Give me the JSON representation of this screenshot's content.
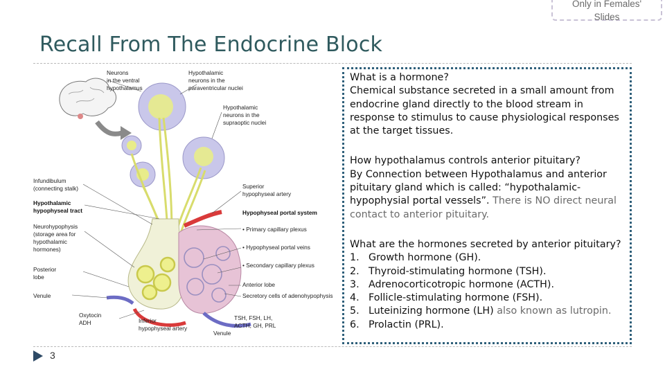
{
  "badge": {
    "line1": "Only in Females'",
    "line2": "Slides"
  },
  "slide": {
    "title": "Recall From The Endocrine Block",
    "page_number": "3"
  },
  "figure": {
    "labels": {
      "neurons_ventral_1": "Neurons",
      "neurons_ventral_2": "in the ventral",
      "neurons_ventral_3": "hypothalamus",
      "hypo_pvn_1": "Hypothalamic",
      "hypo_pvn_2": "neurons in the",
      "hypo_pvn_3": "paraventricular nuclei",
      "hypo_son_1": "Hypothalamic",
      "hypo_son_2": "neurons in the",
      "hypo_son_3": "supraoptic nuclei",
      "infund_1": "Infundibulum",
      "infund_2": "(connecting stalk)",
      "tract_1": "Hypothalamic",
      "tract_2": "hypophyseal tract",
      "neurohyp_1": "Neurohypophysis",
      "neurohyp_2": "(storage area for",
      "neurohyp_3": "hypothalamic",
      "neurohyp_4": "hormones)",
      "posterior_1": "Posterior",
      "posterior_2": "lobe",
      "venule_left": "Venule",
      "oxytocin_1": "Oxytocin",
      "oxytocin_2": "ADH",
      "inferior_1": "Inferior",
      "inferior_2": "hypophyseal artery",
      "venule_bottom": "Venule",
      "superior_1": "Superior",
      "superior_2": "hypophyseal artery",
      "portal_system": "Hypophyseal portal system",
      "primary_plexus": "• Primary capillary plexus",
      "portal_veins": "• Hypophyseal portal veins",
      "secondary_plexus": "• Secondary capillary plexus",
      "anterior_lobe": "Anterior lobe",
      "secretory": "Secretory cells of adenohypophysis",
      "tsh_1": "TSH, FSH, LH,",
      "tsh_2": "ACTH, GH, PRL"
    }
  },
  "content": {
    "q1": "What is a hormone?",
    "a1": "Chemical substance secreted in a small amount from endocrine gland directly to the blood stream in response to stimulus to cause physiological responses at the target tissues.",
    "q2": "How hypothalamus controls anterior pituitary?",
    "a2_main": "By Connection between Hypothalamus and anterior pituitary gland which is called:  “hypothalamic-hypophysial portal vessels”.",
    "a2_grey": " There is NO direct neural contact to anterior pituitary.",
    "q3": "What are the hormones secreted by anterior pituitary?",
    "hormones": [
      {
        "n": "1.",
        "text": "Growth hormone (GH).",
        "extra": ""
      },
      {
        "n": "2.",
        "text": "Thyroid-stimulating hormone (TSH).",
        "extra": ""
      },
      {
        "n": "3.",
        "text": "Adrenocorticotropic hormone (ACTH).",
        "extra": ""
      },
      {
        "n": "4.",
        "text": "Follicle-stimulating hormone (FSH).",
        "extra": ""
      },
      {
        "n": "5.",
        "text": "Luteinizing hormone (LH)",
        "extra": " also known as lutropin."
      },
      {
        "n": "6.",
        "text": "Prolactin (PRL).",
        "extra": ""
      }
    ]
  },
  "colors": {
    "title": "#2f5a5e",
    "border": "#2e5f7a",
    "nucleus": "#c9c7ea",
    "nerve": "#e8ec8a",
    "pink": "#e7c3d6",
    "artery": "#d93a3a"
  }
}
